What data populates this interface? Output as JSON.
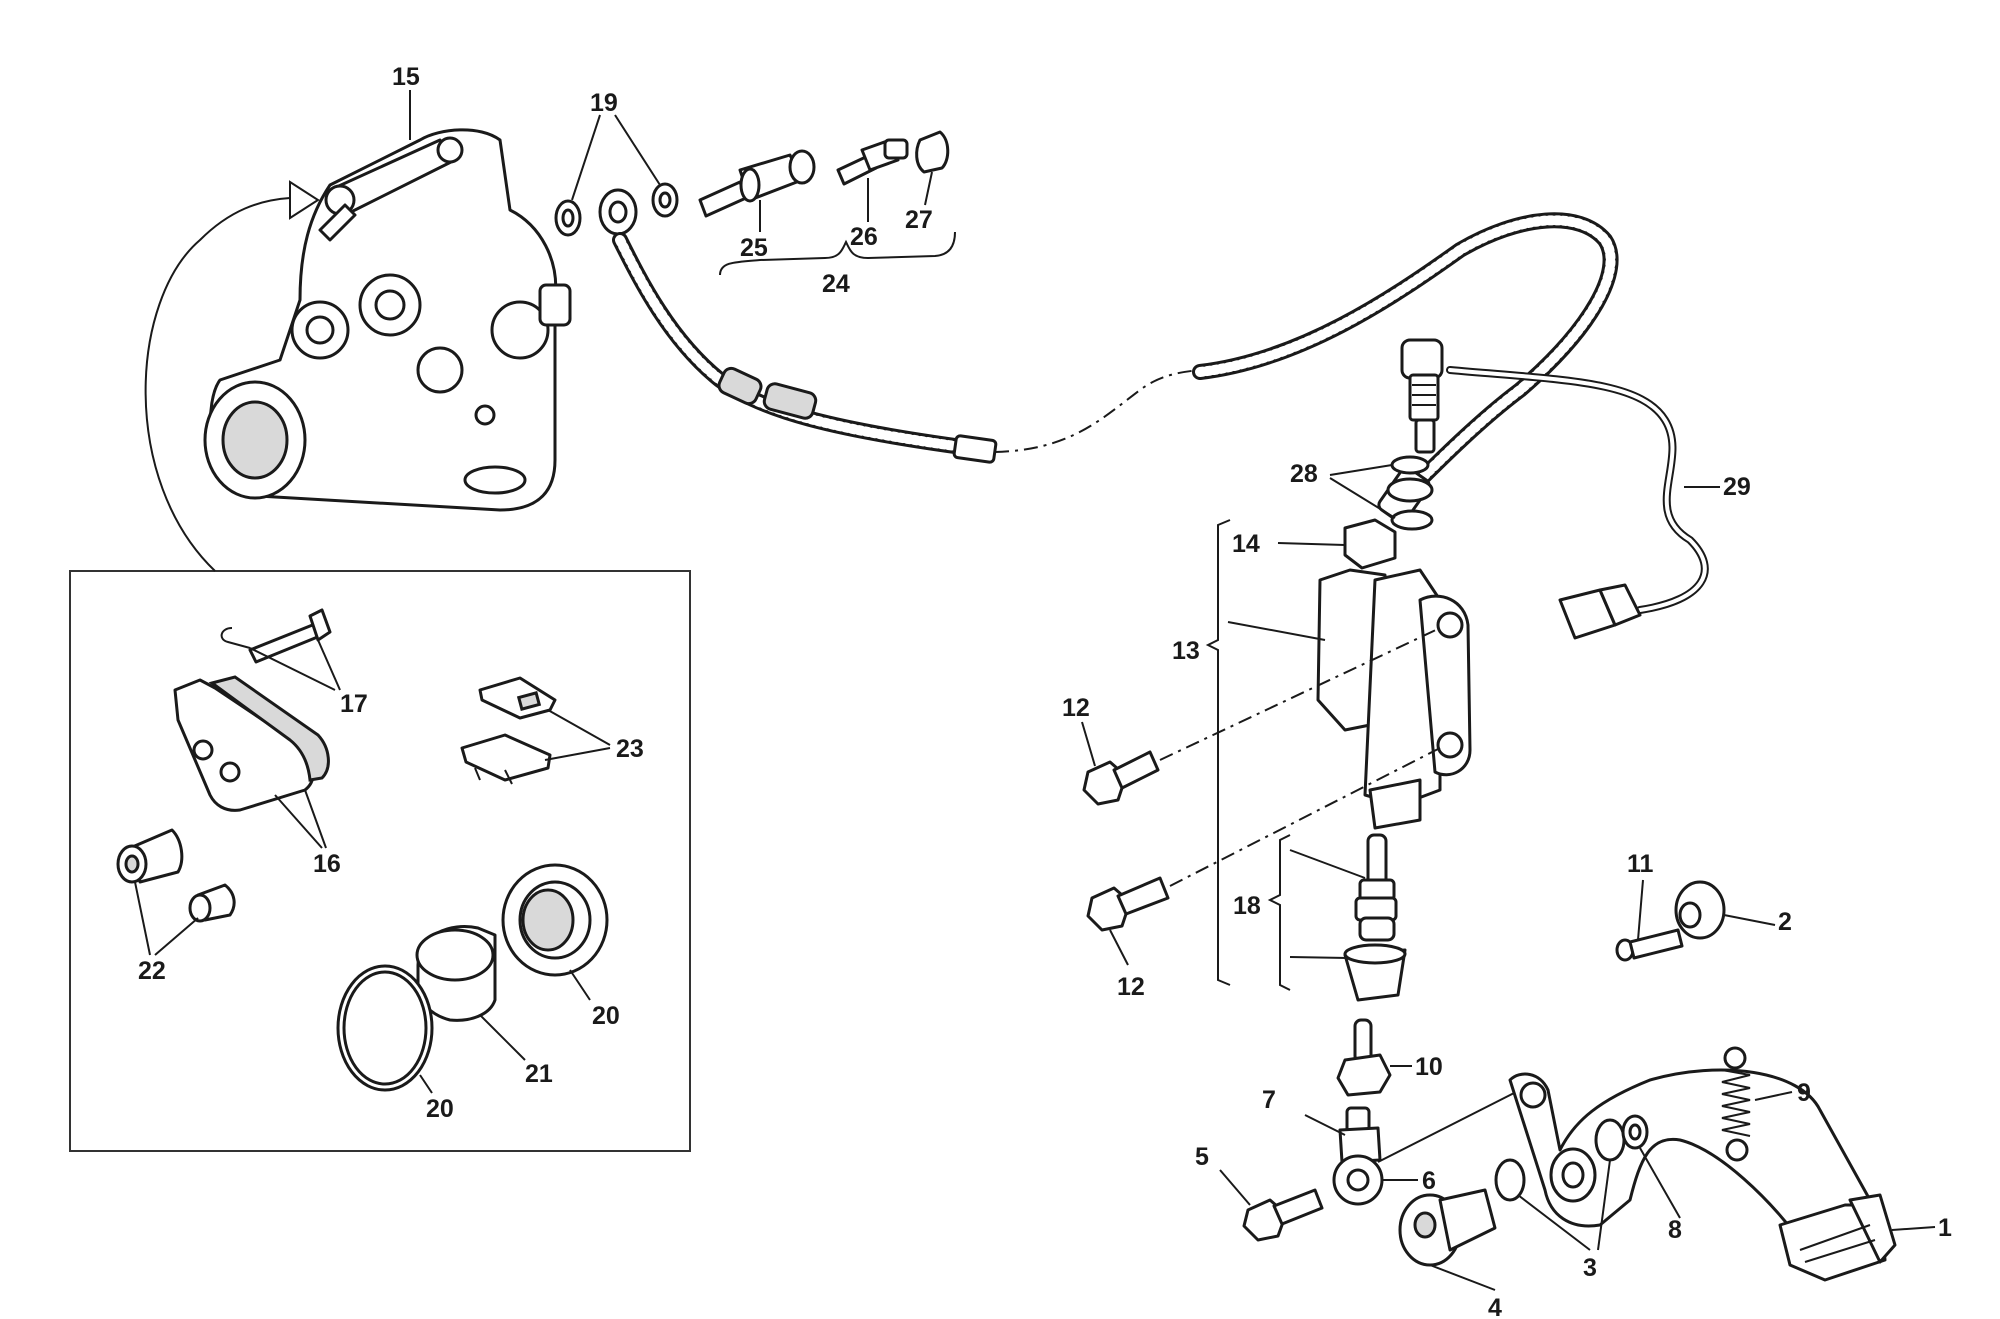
{
  "callouts": [
    {
      "id": "c1",
      "label": "1"
    },
    {
      "id": "c2",
      "label": "2"
    },
    {
      "id": "c3",
      "label": "3"
    },
    {
      "id": "c4",
      "label": "4"
    },
    {
      "id": "c5",
      "label": "5"
    },
    {
      "id": "c6",
      "label": "6"
    },
    {
      "id": "c7",
      "label": "7"
    },
    {
      "id": "c8",
      "label": "8"
    },
    {
      "id": "c9",
      "label": "9"
    },
    {
      "id": "c10",
      "label": "10"
    },
    {
      "id": "c11",
      "label": "11"
    },
    {
      "id": "c12a",
      "label": "12"
    },
    {
      "id": "c12b",
      "label": "12"
    },
    {
      "id": "c13",
      "label": "13"
    },
    {
      "id": "c14",
      "label": "14"
    },
    {
      "id": "c15",
      "label": "15"
    },
    {
      "id": "c16",
      "label": "16"
    },
    {
      "id": "c17",
      "label": "17"
    },
    {
      "id": "c18",
      "label": "18"
    },
    {
      "id": "c19",
      "label": "19"
    },
    {
      "id": "c20a",
      "label": "20"
    },
    {
      "id": "c20b",
      "label": "20"
    },
    {
      "id": "c21",
      "label": "21"
    },
    {
      "id": "c22",
      "label": "22"
    },
    {
      "id": "c23",
      "label": "23"
    },
    {
      "id": "c24",
      "label": "24"
    },
    {
      "id": "c25",
      "label": "25"
    },
    {
      "id": "c26",
      "label": "26"
    },
    {
      "id": "c27",
      "label": "27"
    },
    {
      "id": "c28",
      "label": "28"
    },
    {
      "id": "c29",
      "label": "29"
    }
  ]
}
